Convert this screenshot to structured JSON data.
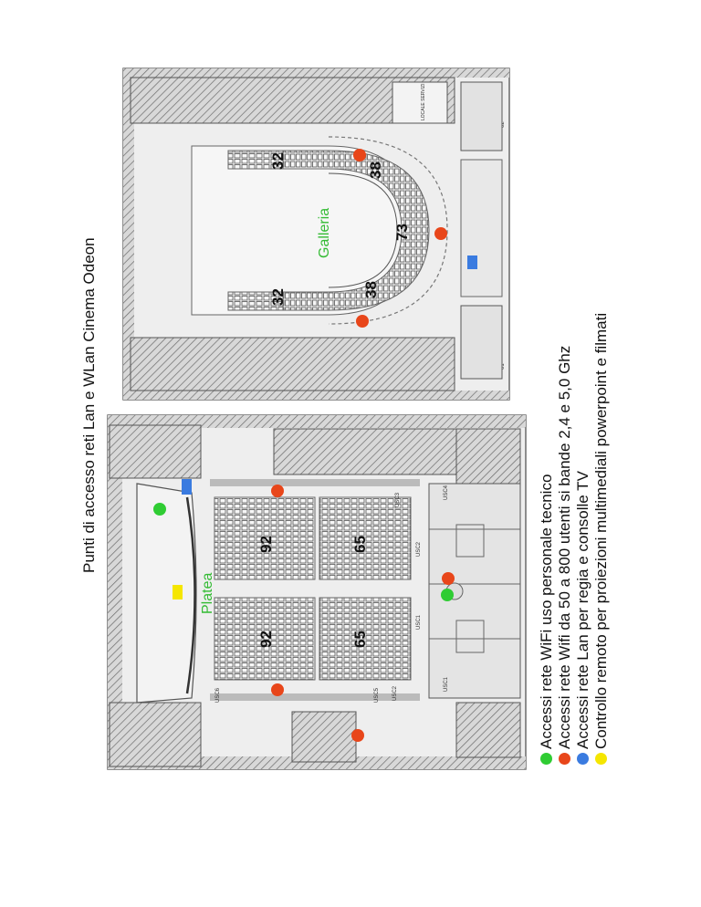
{
  "title": "Punti di accesso reti Lan e WLan Cinema Odeon",
  "plans": {
    "platea": {
      "label": "Platea",
      "blocks": [
        "92",
        "92",
        "65",
        "65"
      ],
      "door_labels": [
        "USC3",
        "USC2",
        "USC1",
        "USC4",
        "USC2",
        "USC1",
        "USC5",
        "USC6"
      ]
    },
    "galleria": {
      "label": "Galleria",
      "blocks": [
        "32",
        "32",
        "38",
        "38",
        "73"
      ],
      "room_labels": [
        "LOCALE SERVIZI",
        "02",
        "01"
      ]
    }
  },
  "legend": [
    {
      "color": "#2fcc33",
      "label": "Accessi rete WiFi uso personale tecnico"
    },
    {
      "color": "#e8461a",
      "label": "Accessi rete Wifi da 50 a 800 utenti si bande 2,4 e 5,0 Ghz"
    },
    {
      "color": "#3a7be0",
      "label": "Accessi rete Lan per regia e consolle TV"
    },
    {
      "color": "#f5e600",
      "label": "Controllo remoto per proiezioni multimediali powerpoint e filmati"
    }
  ],
  "colors": {
    "label_green": "#33bb33",
    "text": "#111111",
    "plan_line": "#555555"
  }
}
